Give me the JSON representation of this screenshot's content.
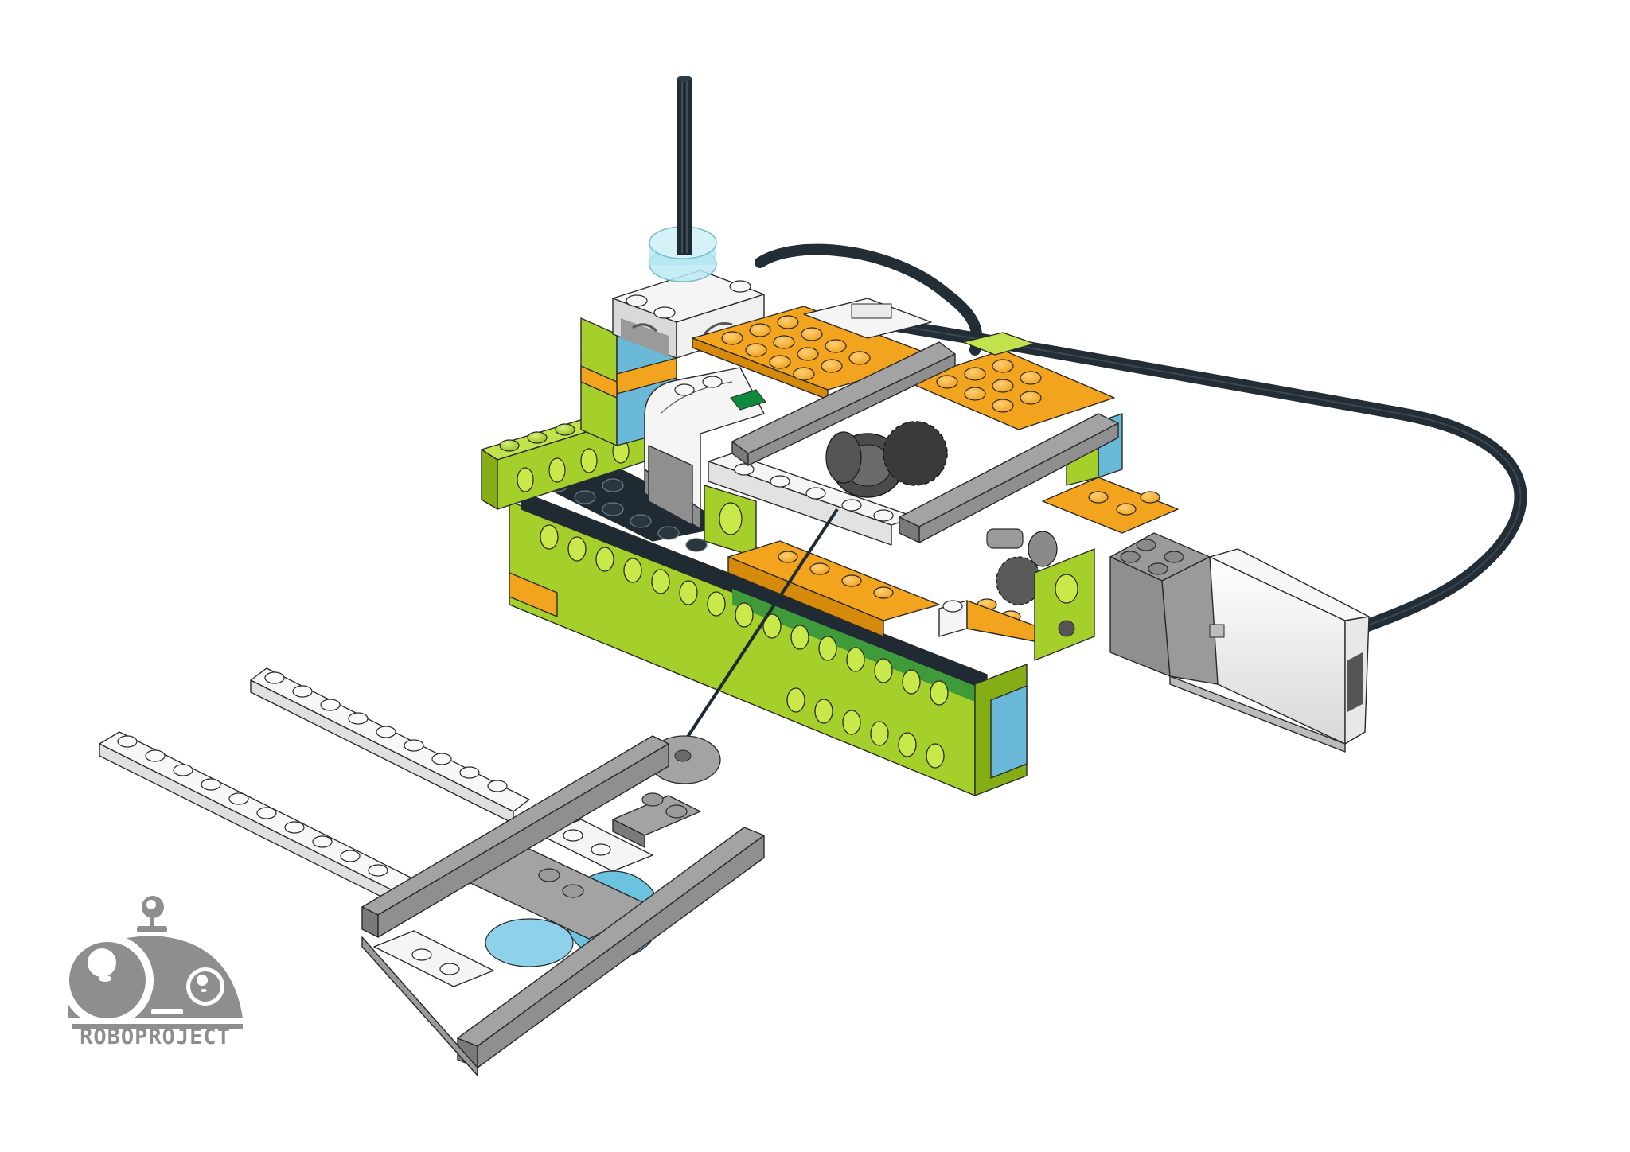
{
  "image": {
    "description": "LEGO WeDo 2.0 forklift model build illustration",
    "background": "#ffffff"
  },
  "model": {
    "parts": [
      {
        "name": "smarthub",
        "label": "Smarthub",
        "color": "#f4f4f4",
        "led_color": "#0f8a3c"
      },
      {
        "name": "motor",
        "label": "Medium Motor",
        "color": "#efefef",
        "accent": "#9a9a9a"
      },
      {
        "name": "tilt-sensor",
        "label": "Tilt Sensor",
        "color": "#f2f2f2"
      },
      {
        "name": "axle",
        "label": "Axle",
        "color": "#1f2a33"
      },
      {
        "name": "cable",
        "label": "Cable",
        "color": "#222d36"
      },
      {
        "name": "string",
        "label": "String",
        "color": "#1f2a33"
      },
      {
        "name": "forks",
        "label": "Fork plates",
        "color": "#f4f4f4"
      },
      {
        "name": "fork-frame",
        "label": "Fork frame",
        "color": "#8f8f8f"
      },
      {
        "name": "turntable",
        "label": "Turntable",
        "color": "#6cc3e0"
      }
    ],
    "colors": {
      "lime": "#a5cf2a",
      "lime_dark": "#84ad16",
      "orange": "#f2a41f",
      "orange_dark": "#d68a0c",
      "medium_azure": "#6ab9d8",
      "black": "#1f2a33",
      "white": "#f5f5f5",
      "gray": "#8f8f8f",
      "gray_dark": "#6f6f6f",
      "trans_cyan": "#a6e3ef",
      "green_stripe": "#3f9a3a"
    }
  },
  "logo": {
    "text": "ROBOPROJECT",
    "color": "#8e8e8e"
  }
}
